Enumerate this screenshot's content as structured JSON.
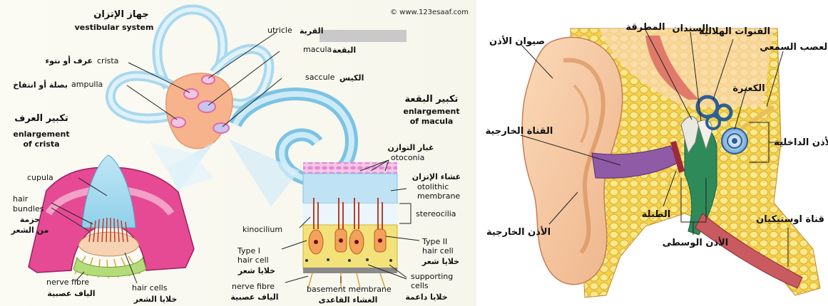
{
  "watermark": "© www.123esaaf.com",
  "vestibular": {
    "title_ar": "جهاز الإتزان",
    "title_en": "vestibular system",
    "utricle_en": "utricle",
    "utricle_ar": "القربة",
    "macula_en": "macula",
    "macula_ar": "البقعة",
    "saccule_en": "saccule",
    "saccule_ar": "الكيس",
    "crista_en": "crista",
    "crista_ar": "عرف أو نتوء",
    "ampulla_en": "ampulla",
    "ampulla_ar": "بصلة أو انتفاخ"
  },
  "crista_panel": {
    "title_ar": "تكبير العرف",
    "title_en_1": "enlargement",
    "title_en_2": "of crista",
    "cupula": "cupula",
    "hair_bundles_1": "hair",
    "hair_bundles_2": "bundles",
    "hair_bundles_ar_1": "حزمة",
    "hair_bundles_ar_2": "من الشعر",
    "nerve_fibre_en": "nerve fibre",
    "nerve_fibre_ar": "الياف عصبية",
    "hair_cells_en": "hair cells",
    "hair_cells_ar": "خلايا الشعر"
  },
  "macula_panel": {
    "title_ar": "تكبير البقعة",
    "title_en_1": "enlargement",
    "title_en_2": "of macula",
    "otoconia_ar": "غبار التوازن",
    "otoconia_en": "otoconia",
    "otolithic_ar": "غشاء الإتزان",
    "otolithic_en_1": "otolithic",
    "otolithic_en_2": "membrane",
    "stereocilia": "stereocilia",
    "kinocilium": "kinocilium",
    "type1_en_1": "Type I",
    "type1_en_2": "hair cell",
    "type1_ar": "خلايا شعر",
    "type2_en_1": "Type II",
    "type2_en_2": "hair cell",
    "type2_ar": "خلايا شعر",
    "nerve_fibre_en": "nerve fibre",
    "nerve_fibre_ar": "الياف عصبية",
    "basement_en": "basement membrane",
    "basement_ar": "الغشاء القاعدى",
    "supporting_en_1": "supporting",
    "supporting_en_2": "cells",
    "supporting_ar": "خلايا داعمة"
  },
  "ear": {
    "pinna": "صيوان الأذن",
    "malleus": "المطرقة",
    "incus": "السندان",
    "semicircular": "القنوات الهلالية",
    "auditory_nerve": "العصب السمعي",
    "cochlea": "الكعبرة",
    "ear_canal": "القناة الخارجية",
    "inner_ear": "الأذن الداخلية",
    "eardrum": "الطبلة",
    "outer_ear": "الأذن الخارجية",
    "middle_ear": "الأذن الوسطى",
    "eustachian": "قناة اوستيكيان"
  }
}
